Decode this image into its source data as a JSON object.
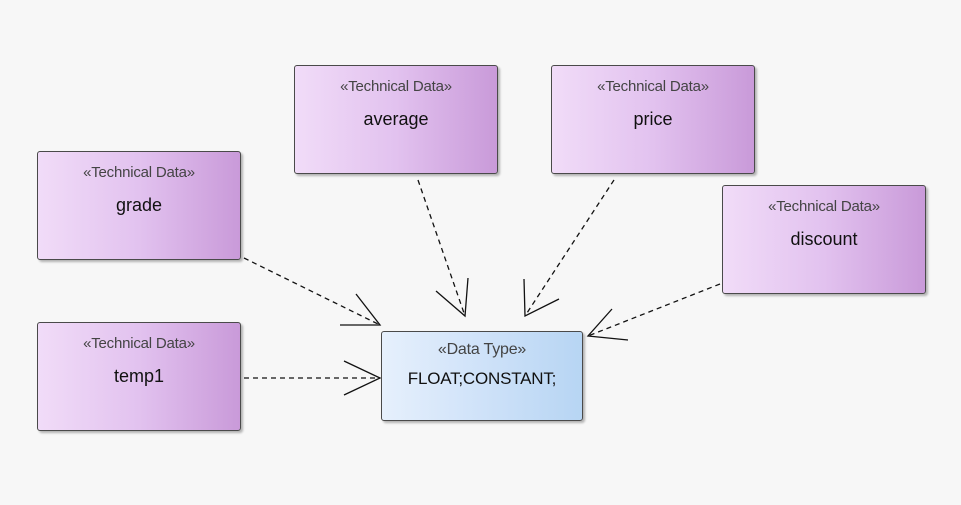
{
  "technical_stereotype": "«Technical Data»",
  "data_type": {
    "stereotype": "«Data Type»",
    "label": "FLOAT;CONSTANT;"
  },
  "technical_nodes": {
    "average": "average",
    "price": "price",
    "grade": "grade",
    "discount": "discount",
    "temp1": "temp1"
  },
  "colors": {
    "technical_fill_start": "#f1dcf8",
    "technical_fill_end": "#c99ad9",
    "data_type_fill_start": "#e6f0fc",
    "data_type_fill_end": "#b7d5f3",
    "border": "#4a4a4a",
    "edge": "#111111",
    "background": "#f7f7f7"
  },
  "edges": [
    {
      "from": "grade",
      "to": "data_type",
      "style": "dashed",
      "arrow": "open"
    },
    {
      "from": "average",
      "to": "data_type",
      "style": "dashed",
      "arrow": "open"
    },
    {
      "from": "price",
      "to": "data_type",
      "style": "dashed",
      "arrow": "open"
    },
    {
      "from": "discount",
      "to": "data_type",
      "style": "dashed",
      "arrow": "open"
    },
    {
      "from": "temp1",
      "to": "data_type",
      "style": "dashed",
      "arrow": "open"
    }
  ]
}
